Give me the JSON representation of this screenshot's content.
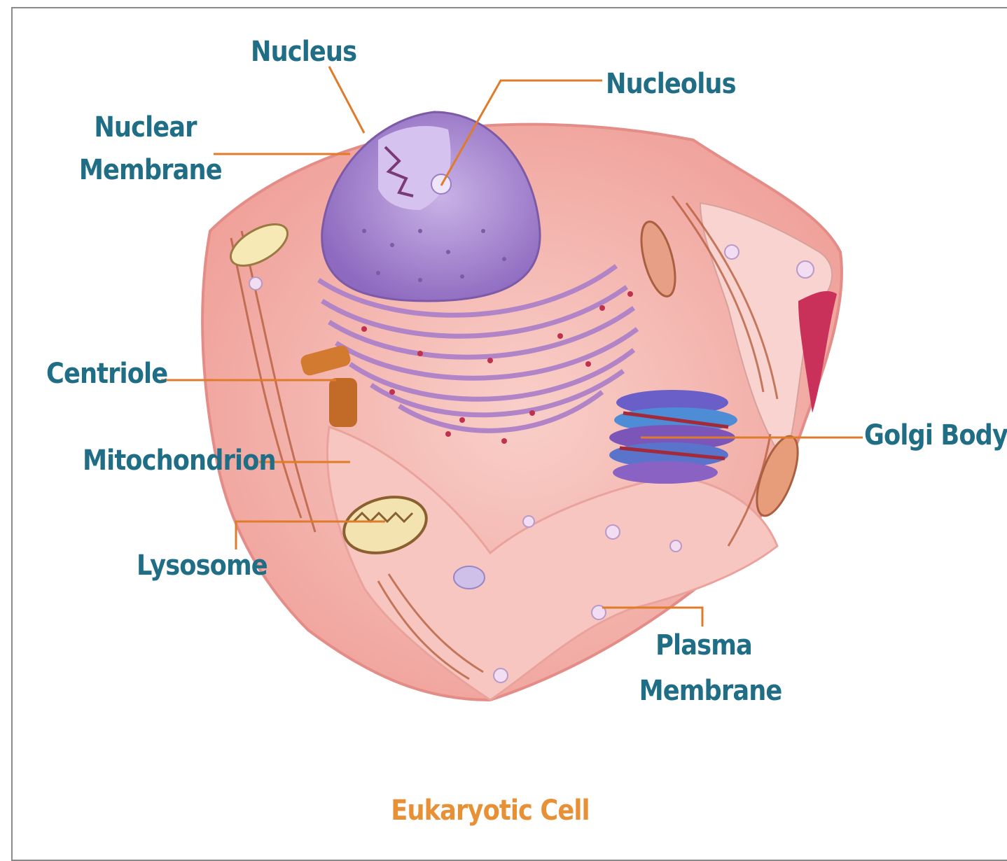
{
  "diagram": {
    "caption": "Eukaryotic Cell",
    "labels": {
      "nucleus": "Nucleus",
      "nucleolus": "Nucleolus",
      "nuclear_membrane": [
        "Nuclear",
        "Membrane"
      ],
      "centriole": "Centriole",
      "mitochondrion": "Mitochondrion",
      "lysosome": "Lysosome",
      "golgi_body": "Golgi Body",
      "plasma_membrane": [
        "Plasma",
        "Membrane"
      ]
    },
    "colors": {
      "label_text": "#1f6e86",
      "caption_text": "#e89035",
      "leader_line": "#e07b2a",
      "cytoplasm": "#f6b9b3",
      "nucleus": "#a98ad0",
      "golgi": "#6a5fc8"
    }
  }
}
